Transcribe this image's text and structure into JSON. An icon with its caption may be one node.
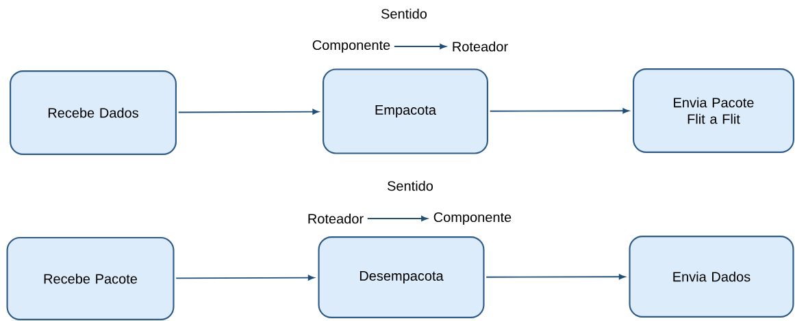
{
  "diagram": {
    "nodes": [
      {
        "text": [
          "Componente"
        ]
      },
      {
        "text": [
          "Roteador"
        ]
      },
      {
        "text": [
          "Recebe Dados"
        ]
      },
      {
        "text": [
          "Empacota"
        ]
      },
      {
        "text": [
          "Envia Pacote Flit a Flit"
        ]
      },
      {
        "text": [
          "Roteador"
        ]
      },
      {
        "text": [
          "Componente"
        ]
      },
      {
        "text": [
          "Recebe Pacote"
        ]
      },
      {
        "text": [
          "Desempacota"
        ]
      },
      {
        "text": [
          "Envia Dados"
        ]
      }
    ],
    "edges": [
      {
        "from": 0,
        "to": 1,
        "arrow": "to"
      },
      {
        "from": 2,
        "to": 3,
        "arrow": "to"
      },
      {
        "from": 3,
        "to": 4,
        "arrow": "to"
      },
      {
        "from": 5,
        "to": 6,
        "arrow": "to"
      },
      {
        "from": 7,
        "to": 8,
        "arrow": "to"
      },
      {
        "from": 8,
        "to": 9,
        "arrow": "to"
      }
    ],
    "labels": [
      "Sentido",
      "Sentido"
    ]
  }
}
